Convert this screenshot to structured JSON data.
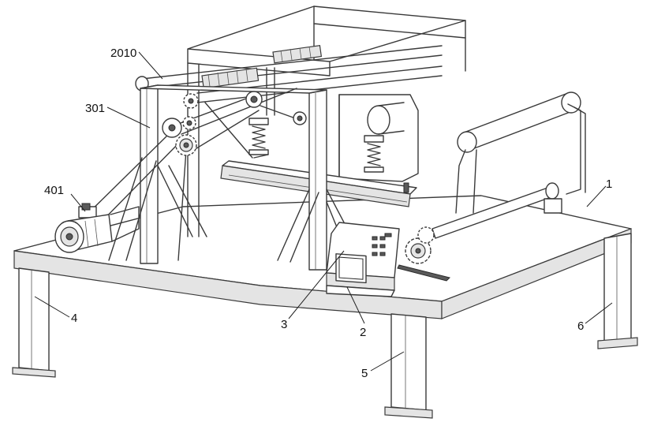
{
  "labels": {
    "l2010": "2010",
    "l301": "301",
    "l401": "401",
    "l1": "1",
    "l4": "4",
    "l3": "3",
    "l2": "2",
    "l6": "6",
    "l5": "5"
  }
}
